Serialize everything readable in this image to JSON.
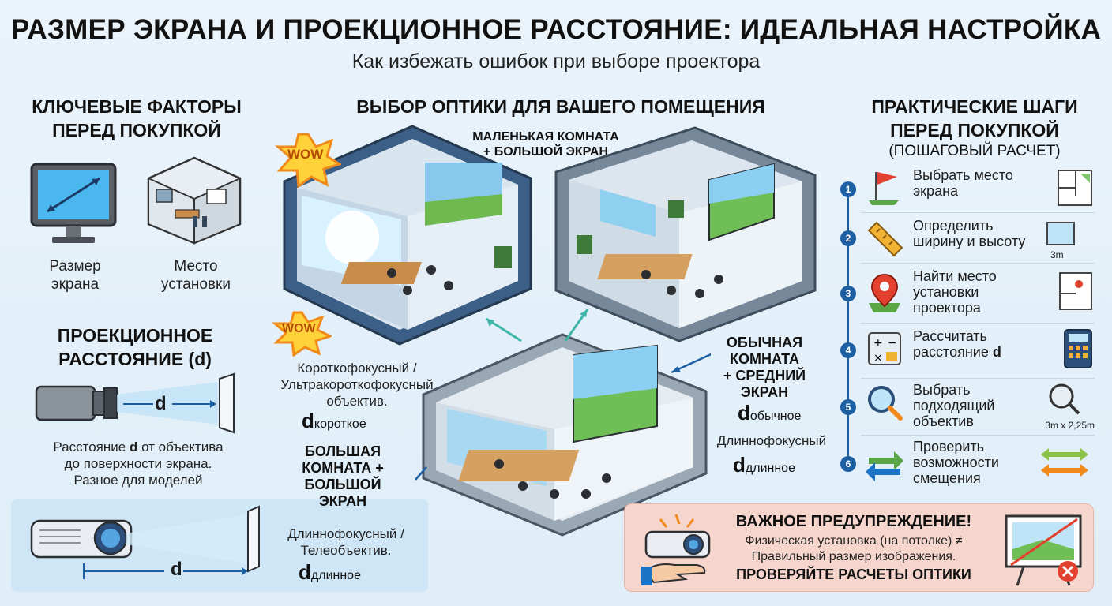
{
  "header": {
    "title": "РАЗМЕР ЭКРАНА И ПРОЕКЦИОННОЕ РАССТОЯНИЕ: ИДЕАЛЬНАЯ НАСТРОЙКА",
    "subtitle": "Как избежать ошибок при выборе проектора"
  },
  "left": {
    "heading_line1": "КЛЮЧЕВЫЕ ФАКТОРЫ",
    "heading_line2": "ПЕРЕД ПОКУПКОЙ",
    "factor1_line1": "Размер",
    "factor1_line2": "экрана",
    "factor2_line1": "Место",
    "factor2_line2": "установки",
    "distance_heading_line1": "ПРОЕКЦИОННОЕ",
    "distance_heading_line2": "РАССТОЯНИЕ (d)",
    "d_label": "d",
    "desc_line1_pre": "Расстояние ",
    "desc_line1_d": "d",
    "desc_line1_post": " от объектива",
    "desc_line2": "до поверхности экрана.",
    "desc_line3": "Разное для моделей",
    "bottom_d": "d",
    "bottom_desc_line1": "Длиннофокусный /",
    "bottom_desc_line2": "Телеобъектив.",
    "bottom_dsub_main": "d",
    "bottom_dsub_sub": "длинное"
  },
  "middle": {
    "heading": "ВЫБОР ОПТИКИ ДЛЯ ВАШЕГО ПОМЕЩЕНИЯ",
    "wow1": "WOW",
    "wow2": "WOW",
    "room_small_line1": "МАЛЕНЬКАЯ КОМНАТА",
    "room_small_line2": "+ БОЛЬШОЙ ЭКРАН",
    "short_lens_line1": "Короткофокусный /",
    "short_lens_line2": "Ультракороткофокусный",
    "short_lens_line3": "объектив.",
    "short_dsub_main": "d",
    "short_dsub_sub": "короткое",
    "room_normal_line1": "ОБЫЧНАЯ",
    "room_normal_line2": "КОМНАТА",
    "room_normal_line3": "+ СРЕДНИЙ",
    "room_normal_line4": "ЭКРАН",
    "normal_dsub_main": "d",
    "normal_dsub_sub": "обычное",
    "long_lens": "Длиннофокусный",
    "long_dsub_main": "d",
    "long_dsub_sub": "длинное",
    "room_big_line1": "БОЛЬШАЯ",
    "room_big_line2": "КОМНАТА +",
    "room_big_line3": "БОЛЬШОЙ",
    "room_big_line4": "ЭКРАН"
  },
  "right": {
    "heading_line1": "ПРАКТИЧЕСКИЕ ШАГИ",
    "heading_line2": "ПЕРЕД ПОКУПКОЙ",
    "heading_line3": "(ПОШАГОВЫЙ РАСЧЕТ)",
    "steps": [
      {
        "num": "1",
        "text_line1": "Выбрать место",
        "text_line2": "экрана",
        "text_line3": ""
      },
      {
        "num": "2",
        "text_line1": "Определить",
        "text_line2": "ширину и высоту",
        "text_line3": ""
      },
      {
        "num": "3",
        "text_line1": "Найти место",
        "text_line2": "установки",
        "text_line3": "проектора"
      },
      {
        "num": "4",
        "text_line1": "Рассчитать",
        "text_line2": "расстояние ",
        "text_line3": ""
      },
      {
        "num": "5",
        "text_line1": "Выбрать",
        "text_line2": "подходящий",
        "text_line3": "объектив"
      },
      {
        "num": "6",
        "text_line1": "Проверить",
        "text_line2": "возможности",
        "text_line3": "смещения"
      }
    ],
    "step2_dim": "3m",
    "step4_d": "d",
    "step5_size": "3m x 2,25m"
  },
  "warning": {
    "title": "ВАЖНОЕ ПРЕДУПРЕЖДЕНИЕ!",
    "line1": "Физическая установка (на потолке) ≠",
    "line2": "Правильный размер изображения.",
    "line3": "ПРОВЕРЯЙТЕ РАСЧЕТЫ ОПТИКИ"
  },
  "colors": {
    "accent_blue": "#1d5fa3",
    "warning_bg": "#f6d6cc",
    "bottom_panel": "#cfe6f6",
    "wow_yellow": "#ffd23a",
    "wow_orange": "#f08a1a"
  },
  "icons": {
    "monitor": "monitor-icon",
    "room": "room-icon",
    "projector": "projector-icon",
    "flag": "flag-icon",
    "ruler": "ruler-icon",
    "map_pin": "map-pin-icon",
    "calculator": "calculator-icon",
    "magnifier": "magnifier-icon",
    "arrows": "shift-arrows-icon",
    "warning_hand": "hand-icon",
    "no_sign": "error-icon"
  }
}
